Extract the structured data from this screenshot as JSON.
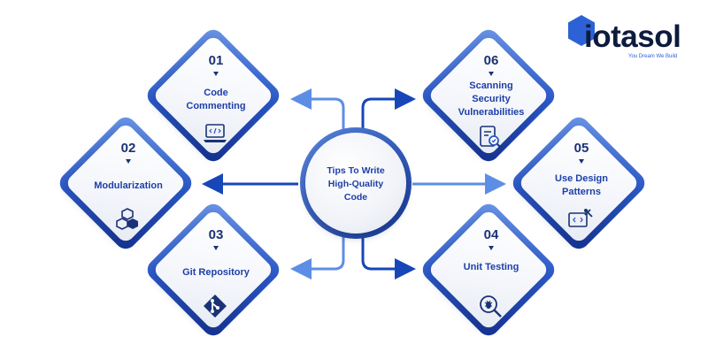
{
  "brand": {
    "name": "iotasol",
    "tagline": "You Dream We Build"
  },
  "center": {
    "line1": "Tips To Write",
    "line2": "High-Quality",
    "line3": "Code"
  },
  "tips": [
    {
      "number": "01",
      "label_line1": "Code",
      "label_line2": "Commenting",
      "icon": "laptop-code-icon"
    },
    {
      "number": "02",
      "label_line1": "Modularization",
      "label_line2": "",
      "icon": "cubes-icon"
    },
    {
      "number": "03",
      "label_line1": "Git Repository",
      "label_line2": "",
      "icon": "git-icon"
    },
    {
      "number": "04",
      "label_line1": "Unit Testing",
      "label_line2": "",
      "icon": "bug-search-icon"
    },
    {
      "number": "05",
      "label_line1": "Use Design",
      "label_line2": "Patterns",
      "icon": "design-tools-icon"
    },
    {
      "number": "06",
      "label_line1": "Scanning Security",
      "label_line2": "Vulnerabilities",
      "icon": "security-scan-icon"
    }
  ],
  "colors": {
    "primary": "#1d3fa8",
    "dark": "#1a3276",
    "accent": "#2b58c7",
    "connector": "#5c8ee6",
    "connector_dark": "#1746b8"
  }
}
